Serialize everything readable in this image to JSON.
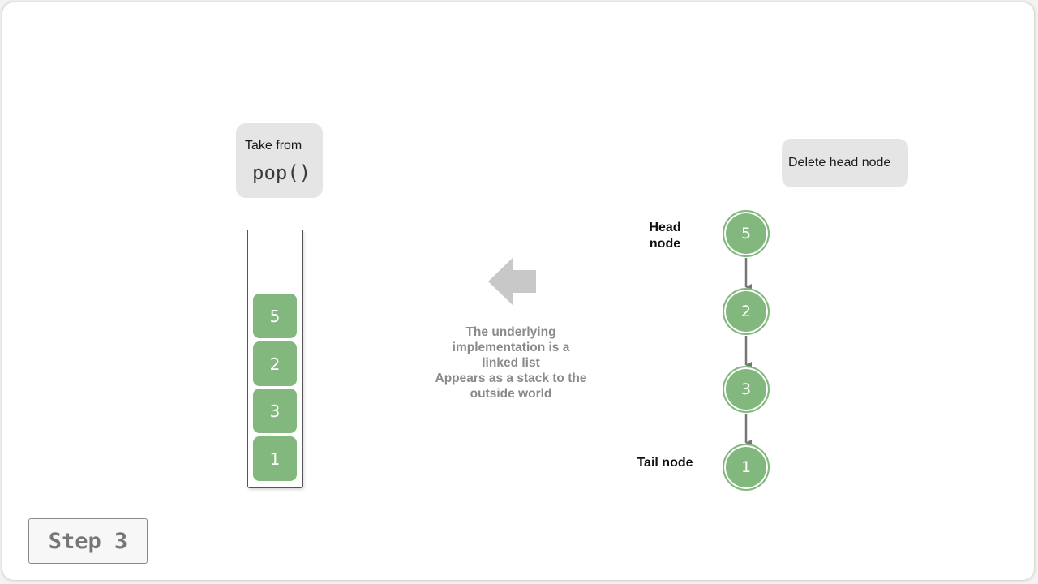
{
  "pop_bubble": {
    "label": "Take from",
    "code": "pop()"
  },
  "delete_bubble": {
    "label": "Delete head node"
  },
  "stack": {
    "items": [
      "5",
      "2",
      "3",
      "1"
    ]
  },
  "explanation": {
    "lines": [
      "The underlying",
      "implementation is a",
      "linked list",
      "Appears as a stack to the",
      "outside world"
    ]
  },
  "linked_list": {
    "head_label": "Head node",
    "tail_label": "Tail node",
    "nodes": [
      "5",
      "2",
      "3",
      "1"
    ]
  },
  "step": {
    "label": "Step 3"
  },
  "colors": {
    "node_green": "#82b77d",
    "bubble_gray": "#e5e5e5",
    "arrow_gray": "#c8c8c8",
    "text_gray": "#8a8a8a"
  }
}
